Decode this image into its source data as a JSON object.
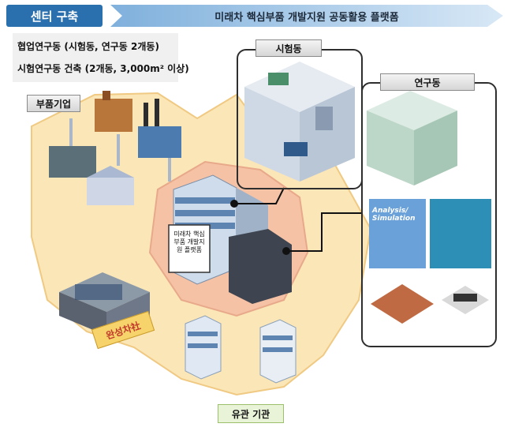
{
  "header": {
    "tag": "센터 구축",
    "title": "미래차 핵심부품 개발지원 공동활용 플랫폼"
  },
  "info": {
    "line1": "협업연구동 (시험동, 연구동 2개동)",
    "line2": "시험연구동 건축 (2개동, 3,000m² 이상)"
  },
  "labels": {
    "parts_company": "부품기업",
    "test_building": "시험동",
    "research_building": "연구동",
    "finished_car": "완성차社",
    "related_org": "유관 기관",
    "platform_sign": "미래차 핵심부품 개발지원 플랫폼",
    "analysis": "Analysis/ Simulation"
  },
  "colors": {
    "tag_bg": "#2a6fae",
    "region_fill": "#fbe6b8",
    "center_fill": "#f5c2a6",
    "finished_car_label": "#f7d36b"
  }
}
